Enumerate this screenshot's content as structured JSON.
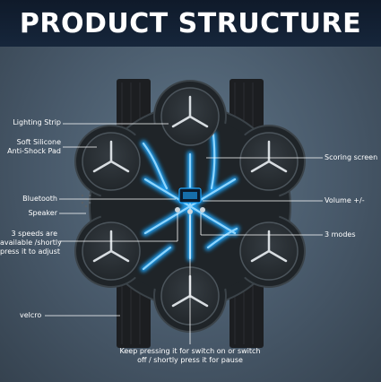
{
  "title": "PRODUCT STRUCTURE",
  "colors": {
    "background": "#4b5c6d",
    "title_bar": "#132238",
    "device_body": "#1f2428",
    "pad": "#2a3035",
    "glow": "#1ea7ff",
    "strap": "#1c1e21",
    "leader_line": "#ffffff"
  },
  "labels": {
    "lighting_strip": "Lighting Strip",
    "soft_pad_line1": "Soft Silicone",
    "soft_pad_line2": "Anti-Shock Pad",
    "bluetooth": "Bluetooth",
    "speaker": "Speaker",
    "speeds_line1": "3 speeds are",
    "speeds_line2": "available /shortly",
    "speeds_line3": "press it to adjust",
    "velcro": "velcro",
    "scoring_screen": "Scoring screen",
    "volume": "Volume +/-",
    "modes": "3 modes",
    "switch_line1": "Keep pressing it for switch on or switch",
    "switch_line2": "off / shortly press it for pause"
  }
}
